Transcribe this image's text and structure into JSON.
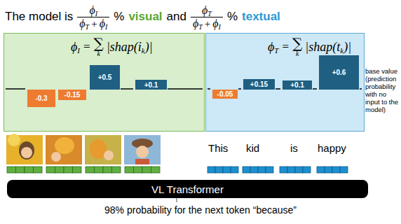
{
  "diagram": {
    "nodes": [
      {
        "text": [
          "ϕ",
          "I",
          "=",
          "∑",
          "k",
          "|shap(i",
          "k",
          ")|"
        ]
      },
      {
        "text": [
          "-0.3"
        ],
        "in": 0
      },
      {
        "text": [
          "-0.15"
        ],
        "in": 0
      },
      {
        "text": [
          "+0.5"
        ],
        "in": 0
      },
      {
        "text": [
          "+0.1"
        ],
        "in": 0
      },
      {
        "text": [
          "ϕ",
          "T",
          "=",
          "∑",
          "k",
          "|shap(t",
          "k",
          ")|"
        ]
      },
      {
        "text": [
          "-0.05"
        ],
        "in": 5
      },
      {
        "text": [
          "+0.15"
        ],
        "in": 5
      },
      {
        "text": [
          "+0.1"
        ],
        "in": 5
      },
      {
        "text": [
          "+0.6"
        ],
        "in": 5
      },
      {
        "text": [
          "VL Transformer"
        ]
      }
    ],
    "labels": [
      "The model is",
      "ϕ",
      "I",
      "ϕ",
      "T",
      "+",
      "ϕ",
      "I",
      "%",
      "visual",
      "and",
      "ϕ",
      "T",
      "ϕ",
      "T",
      "+",
      "ϕ",
      "I",
      "%",
      "textual",
      "This",
      "kid",
      "is",
      "happy",
      "base value (prediction probability with no input to the model)",
      "98% probability for the next token “because”"
    ]
  }
}
